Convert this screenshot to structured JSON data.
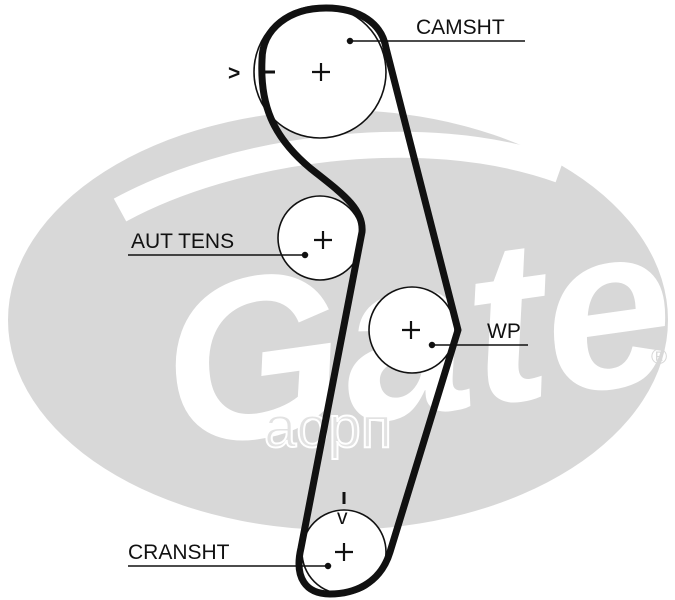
{
  "watermark": {
    "brand": "Gates",
    "registered_mark": "®",
    "site": "аорп",
    "color": "#d8d8d8"
  },
  "labels": {
    "camshaft": "CAMSHT",
    "tensioner": "AUT TENS",
    "water_pump": "WP",
    "crankshaft": "CRANSHT"
  },
  "rotation_marks": {
    "camshaft_symbol": ">",
    "crankshaft_symbol": "v"
  },
  "colors": {
    "belt": "#111111",
    "pulley": "#111111",
    "label_text": "#111111"
  }
}
